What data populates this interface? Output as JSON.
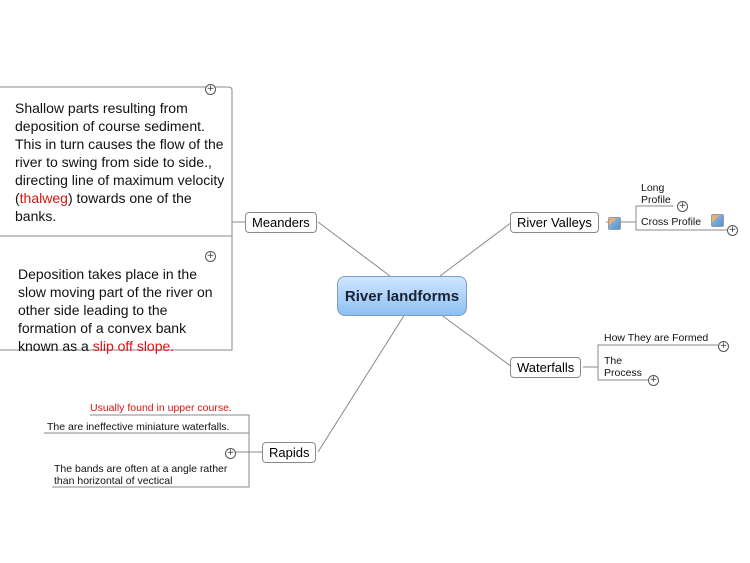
{
  "central": "River landforms",
  "branches": {
    "meanders": "Meanders",
    "river_valleys": "River Valleys",
    "waterfalls": "Waterfalls",
    "rapids": "Rapids"
  },
  "meanders_notes": {
    "note1_part1": "Shallow parts resulting from deposition of course sediment. This in turn causes the flow of the river to swing from side to side., directing line of maximum velocity (",
    "note1_red": "thalweg",
    "note1_part2": ") towards one of the banks.",
    "note2_part1": "Deposition takes place in the slow moving part of the river on other side leading to the formation of a convex bank known as a ",
    "note2_red": "slip off slope."
  },
  "river_valleys_children": {
    "long_profile": "Long Profile",
    "cross_profile": "Cross Profile"
  },
  "waterfalls_children": {
    "how_formed": "How They are Formed",
    "the_process": "The Process"
  },
  "rapids_children": {
    "upper_course": "Usually found in upper course.",
    "miniature": "The are ineffective miniature waterfalls.",
    "bands": "The bands are often at a angle rather than horizontal of vectical"
  },
  "colors": {
    "central_top": "#cfe6ff",
    "central_bottom": "#8ec0f2",
    "highlight_text": "#dd1111",
    "connector": "#888888"
  },
  "icons": [
    "expand-plus-icon",
    "note-attachment-icon"
  ]
}
